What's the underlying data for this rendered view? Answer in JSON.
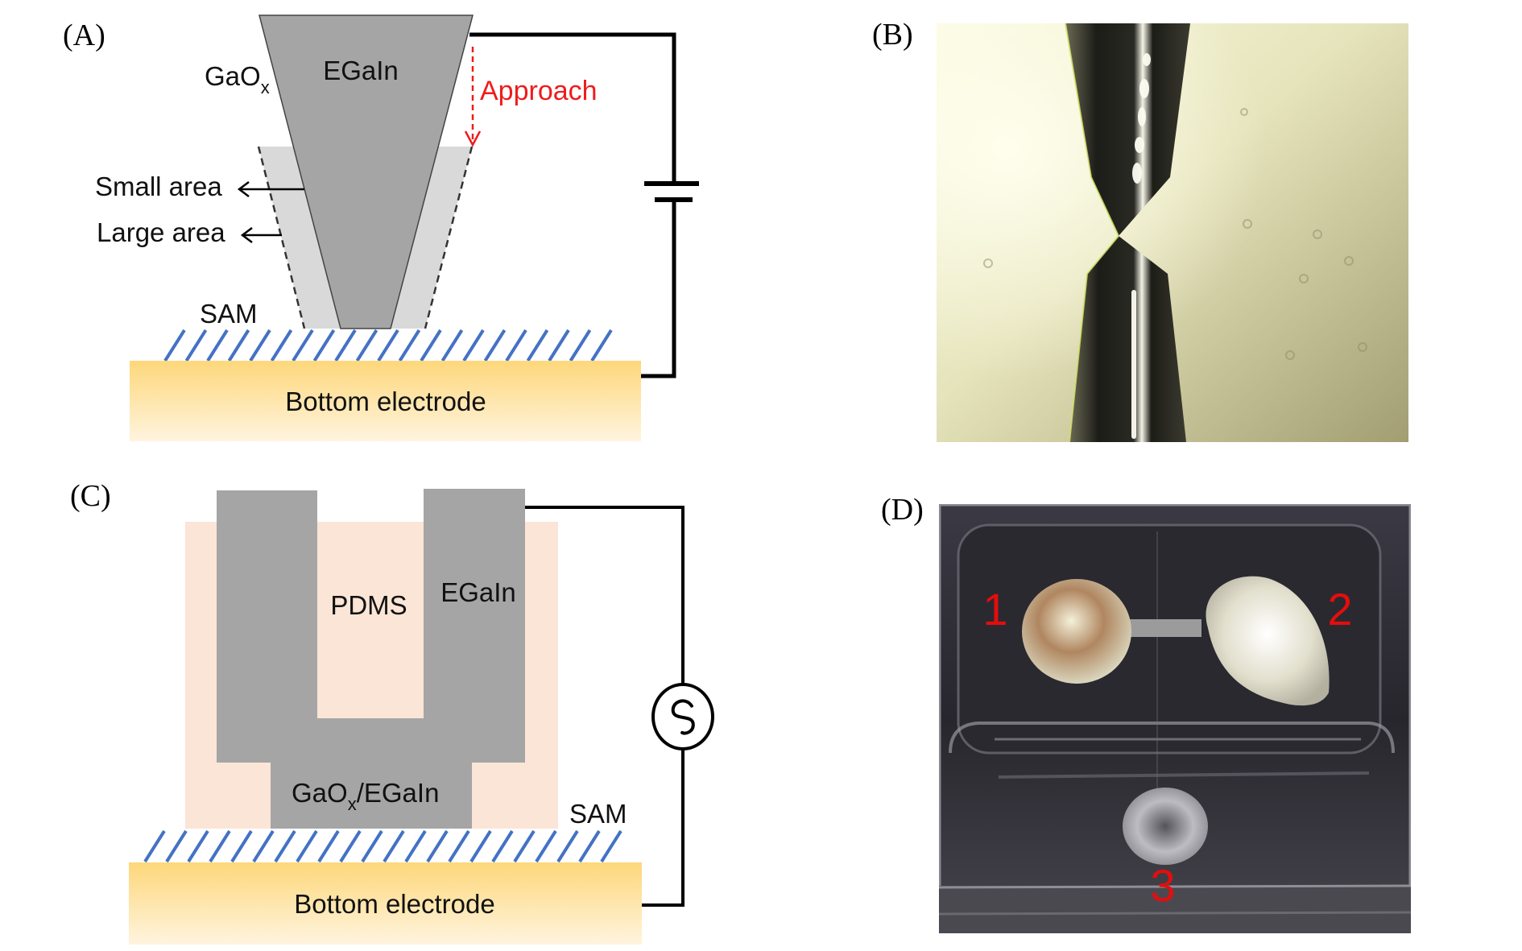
{
  "figure": {
    "panels": [
      {
        "id": "A",
        "label": "(A)",
        "type": "schematic",
        "texts": {
          "tip_material": "EGaIn",
          "oxide_prefix": "GaO",
          "oxide_subscript": "x",
          "approach": "Approach",
          "small_area": "Small area",
          "large_area": "Large area",
          "sam": "SAM",
          "electrode": "Bottom electrode"
        },
        "source_icon": "dc-battery-icon"
      },
      {
        "id": "B",
        "label": "(B)",
        "type": "photo",
        "description": "Optical micrograph of EGaIn cone tip contacting its reflection on a substrate"
      },
      {
        "id": "C",
        "label": "(C)",
        "type": "schematic",
        "texts": {
          "matrix": "PDMS",
          "electrode_material": "EGaIn",
          "contact_prefix": "GaO",
          "contact_subscript": "x",
          "contact_suffix": "/EGaIn",
          "sam": "SAM",
          "electrode": "Bottom electrode"
        },
        "source_icon": "ac-source-icon"
      },
      {
        "id": "D",
        "label": "(D)",
        "type": "photo",
        "description": "Photograph of PDMS microfluidic device with three EGaIn electrodes",
        "markers": [
          "1",
          "2",
          "3"
        ]
      }
    ],
    "colors": {
      "egain_gray": "#a5a5a5",
      "oxide_light_gray": "#d9d9d9",
      "pdms_peach": "#fbe5d6",
      "sam_blue": "#4472c4",
      "electrode_top": "#fdd77a",
      "electrode_bottom": "#fff4df",
      "approach_red": "#ee1c1c",
      "marker_red": "#e50d0d",
      "wire": "#000000"
    }
  }
}
